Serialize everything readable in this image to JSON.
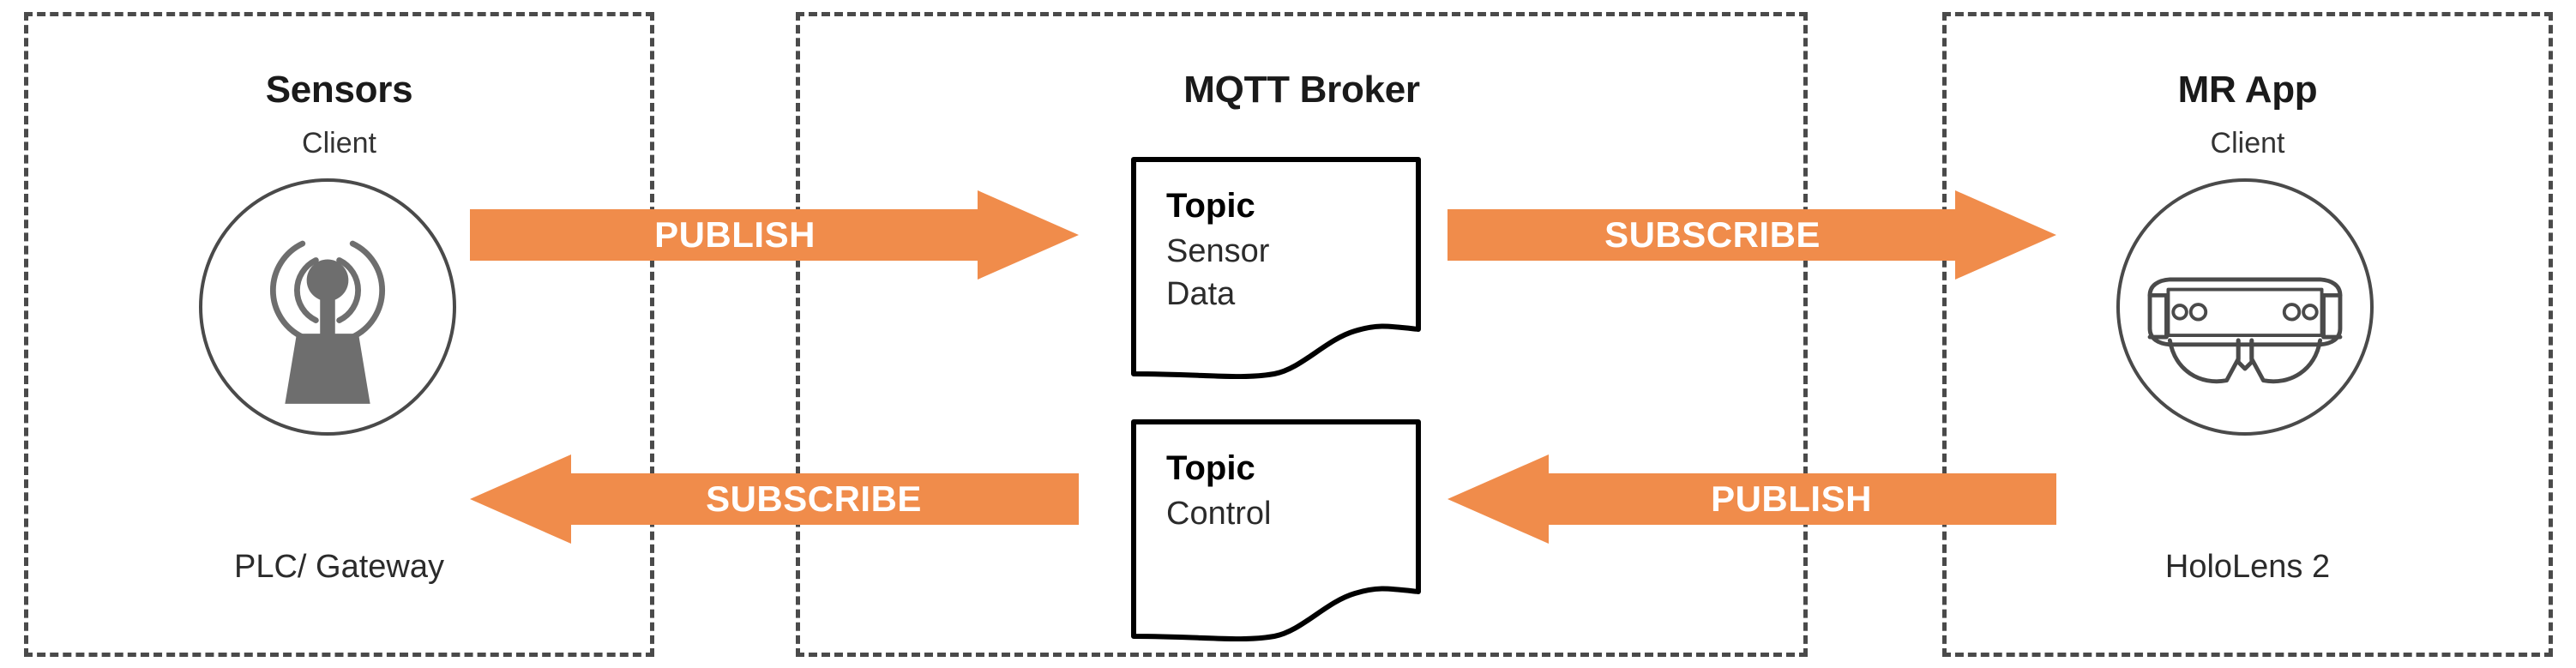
{
  "diagram": {
    "title": "MQTT publish/subscribe architecture between sensors, broker and MR app",
    "accent_color": "#F08C4B",
    "border_color": "#4A4A4A",
    "text_color": "#1A1A1A"
  },
  "panels": {
    "sensors": {
      "title": "Sensors",
      "subtitle": "Client",
      "footer": "PLC/ Gateway",
      "icon": "antenna-tower-icon"
    },
    "broker": {
      "title": "MQTT Broker",
      "topics": [
        {
          "head": "Topic",
          "line1": "Sensor",
          "line2": "Data"
        },
        {
          "head": "Topic",
          "line1": "Control",
          "line2": ""
        }
      ]
    },
    "mrapp": {
      "title": "MR App",
      "subtitle": "Client",
      "footer": "HoloLens 2",
      "icon": "hololens-headset-icon"
    }
  },
  "arrows": [
    {
      "id": "publish-sensors-to-broker",
      "label": "PUBLISH",
      "direction": "right"
    },
    {
      "id": "subscribe-broker-to-mrapp",
      "label": "SUBSCRIBE",
      "direction": "right"
    },
    {
      "id": "subscribe-broker-to-sensors",
      "label": "SUBSCRIBE",
      "direction": "left"
    },
    {
      "id": "publish-mrapp-to-broker",
      "label": "PUBLISH",
      "direction": "left"
    }
  ]
}
